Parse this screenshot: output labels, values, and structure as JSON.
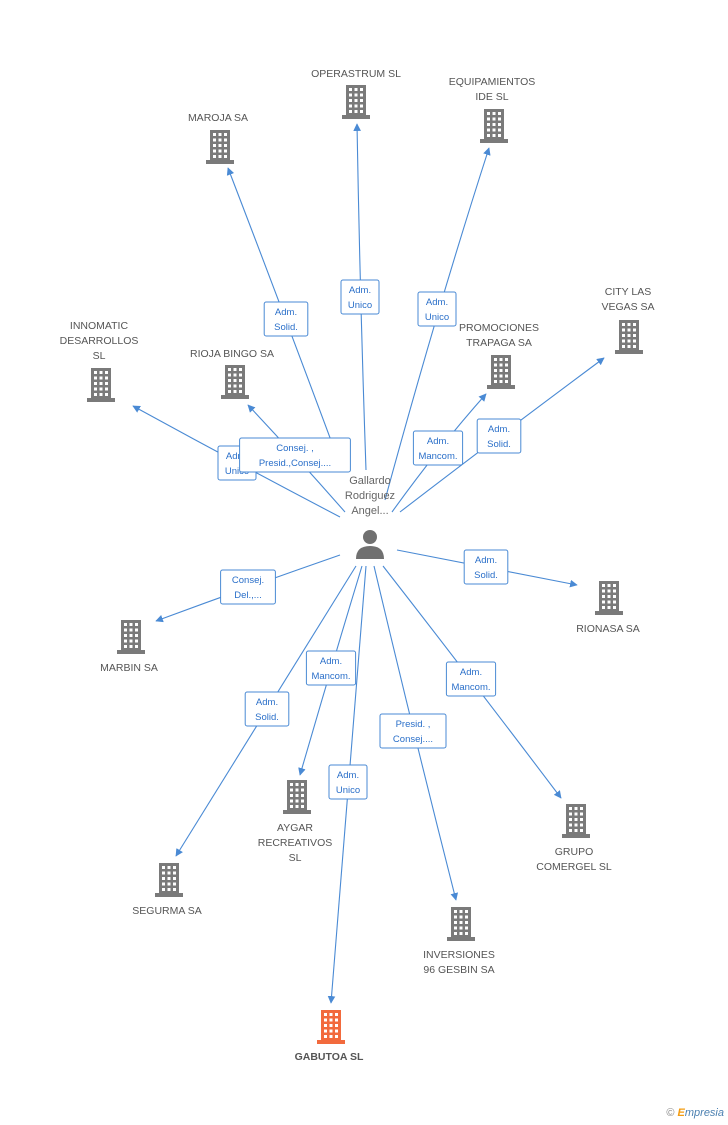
{
  "colors": {
    "edge": "#4a8ad4",
    "building": "#7a7a7a",
    "target": "#f26a3d",
    "person": "#707070"
  },
  "center": {
    "name_lines": [
      "Gallardo",
      "Rodriguez",
      "Angel..."
    ],
    "icon": "person-icon"
  },
  "nodes": [
    {
      "id": "operastrum",
      "label_lines": [
        "OPERASTRUM SL"
      ]
    },
    {
      "id": "equipamientos",
      "label_lines": [
        "EQUIPAMIENTOS",
        "IDE SL"
      ]
    },
    {
      "id": "maroja",
      "label_lines": [
        "MAROJA SA"
      ]
    },
    {
      "id": "city",
      "label_lines": [
        "CITY LAS",
        "VEGAS SA"
      ]
    },
    {
      "id": "innomatic",
      "label_lines": [
        "INNOMATIC",
        "DESARROLLOS",
        "SL"
      ]
    },
    {
      "id": "rioja",
      "label_lines": [
        "RIOJA BINGO SA"
      ]
    },
    {
      "id": "promociones",
      "label_lines": [
        "PROMOCIONES",
        "TRAPAGA SA"
      ]
    },
    {
      "id": "rionasa",
      "label_lines": [
        "RIONASA SA"
      ]
    },
    {
      "id": "marbin",
      "label_lines": [
        "MARBIN SA"
      ]
    },
    {
      "id": "aygar",
      "label_lines": [
        "AYGAR",
        "RECREATIVOS",
        "SL"
      ]
    },
    {
      "id": "grupo",
      "label_lines": [
        "GRUPO",
        "COMERGEL SL"
      ]
    },
    {
      "id": "segurma",
      "label_lines": [
        "SEGURMA SA"
      ]
    },
    {
      "id": "inversiones",
      "label_lines": [
        "INVERSIONES",
        "96 GESBIN SA"
      ]
    },
    {
      "id": "gabutoa",
      "label_lines": [
        "GABUTOA SL"
      ],
      "highlight": true
    }
  ],
  "edges": [
    {
      "to": "operastrum",
      "label_lines": [
        "Adm.",
        "Unico"
      ]
    },
    {
      "to": "equipamientos",
      "label_lines": [
        "Adm.",
        "Unico"
      ]
    },
    {
      "to": "maroja",
      "label_lines": [
        "Adm.",
        "Solid."
      ]
    },
    {
      "to": "city",
      "label_lines": [
        "Adm.",
        "Solid."
      ]
    },
    {
      "to": "innomatic",
      "label_lines": [
        "Adm.",
        "Unico"
      ]
    },
    {
      "to": "rioja",
      "label_lines": [
        "Consej. ,",
        "Presid.,Consej...."
      ]
    },
    {
      "to": "promociones",
      "label_lines": [
        "Adm.",
        "Mancom."
      ]
    },
    {
      "to": "rionasa",
      "label_lines": [
        "Adm.",
        "Solid."
      ]
    },
    {
      "to": "marbin",
      "label_lines": [
        "Consej.",
        "Del.,..."
      ]
    },
    {
      "to": "aygar",
      "label_lines": [
        "Adm.",
        "Mancom."
      ]
    },
    {
      "to": "grupo",
      "label_lines": [
        "Adm.",
        "Mancom."
      ]
    },
    {
      "to": "segurma",
      "label_lines": [
        "Adm.",
        "Solid."
      ]
    },
    {
      "to": "inversiones",
      "label_lines": [
        "Presid. ,",
        "Consej...."
      ]
    },
    {
      "to": "gabutoa",
      "label_lines": [
        "Adm.",
        "Unico"
      ]
    }
  ],
  "footer": {
    "copyright": "©",
    "brand_initial": "E",
    "brand_rest": "mpresia"
  }
}
